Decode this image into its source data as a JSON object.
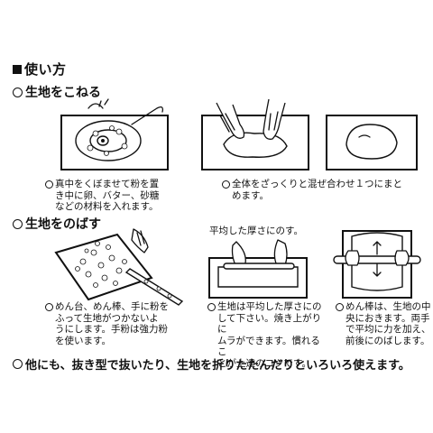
{
  "page_title": "使い方",
  "section_knead": {
    "heading": "生地をこねる",
    "caption_1": "真中をくぼませて粉を置\nき中に卵、バター、砂糖\nなどの材料を入れます。",
    "caption_2": "全体をざっくりと混ぜ合わせ１つにまと\nめます。"
  },
  "section_roll": {
    "heading": "生地をのばす",
    "label_even": "平均した厚さにのす。",
    "caption_1": "めん台、めん棒、手に粉を\nふって生地がつかないよ\nうにします。手粉は強力粉\nを使います。",
    "caption_2": "生地は平均した厚さにの\nして下さい。焼き上がりに\nムラができます。慣れるこ\nとが上達のコツです。",
    "caption_3": "めん棒は、生地の中\n央におきます。両手\nで平均に力を加え、\n前後にのばします。"
  },
  "footer_note": "他にも、抜き型で抜いたり、生地を折りたたんだりといろいろ使えます。"
}
